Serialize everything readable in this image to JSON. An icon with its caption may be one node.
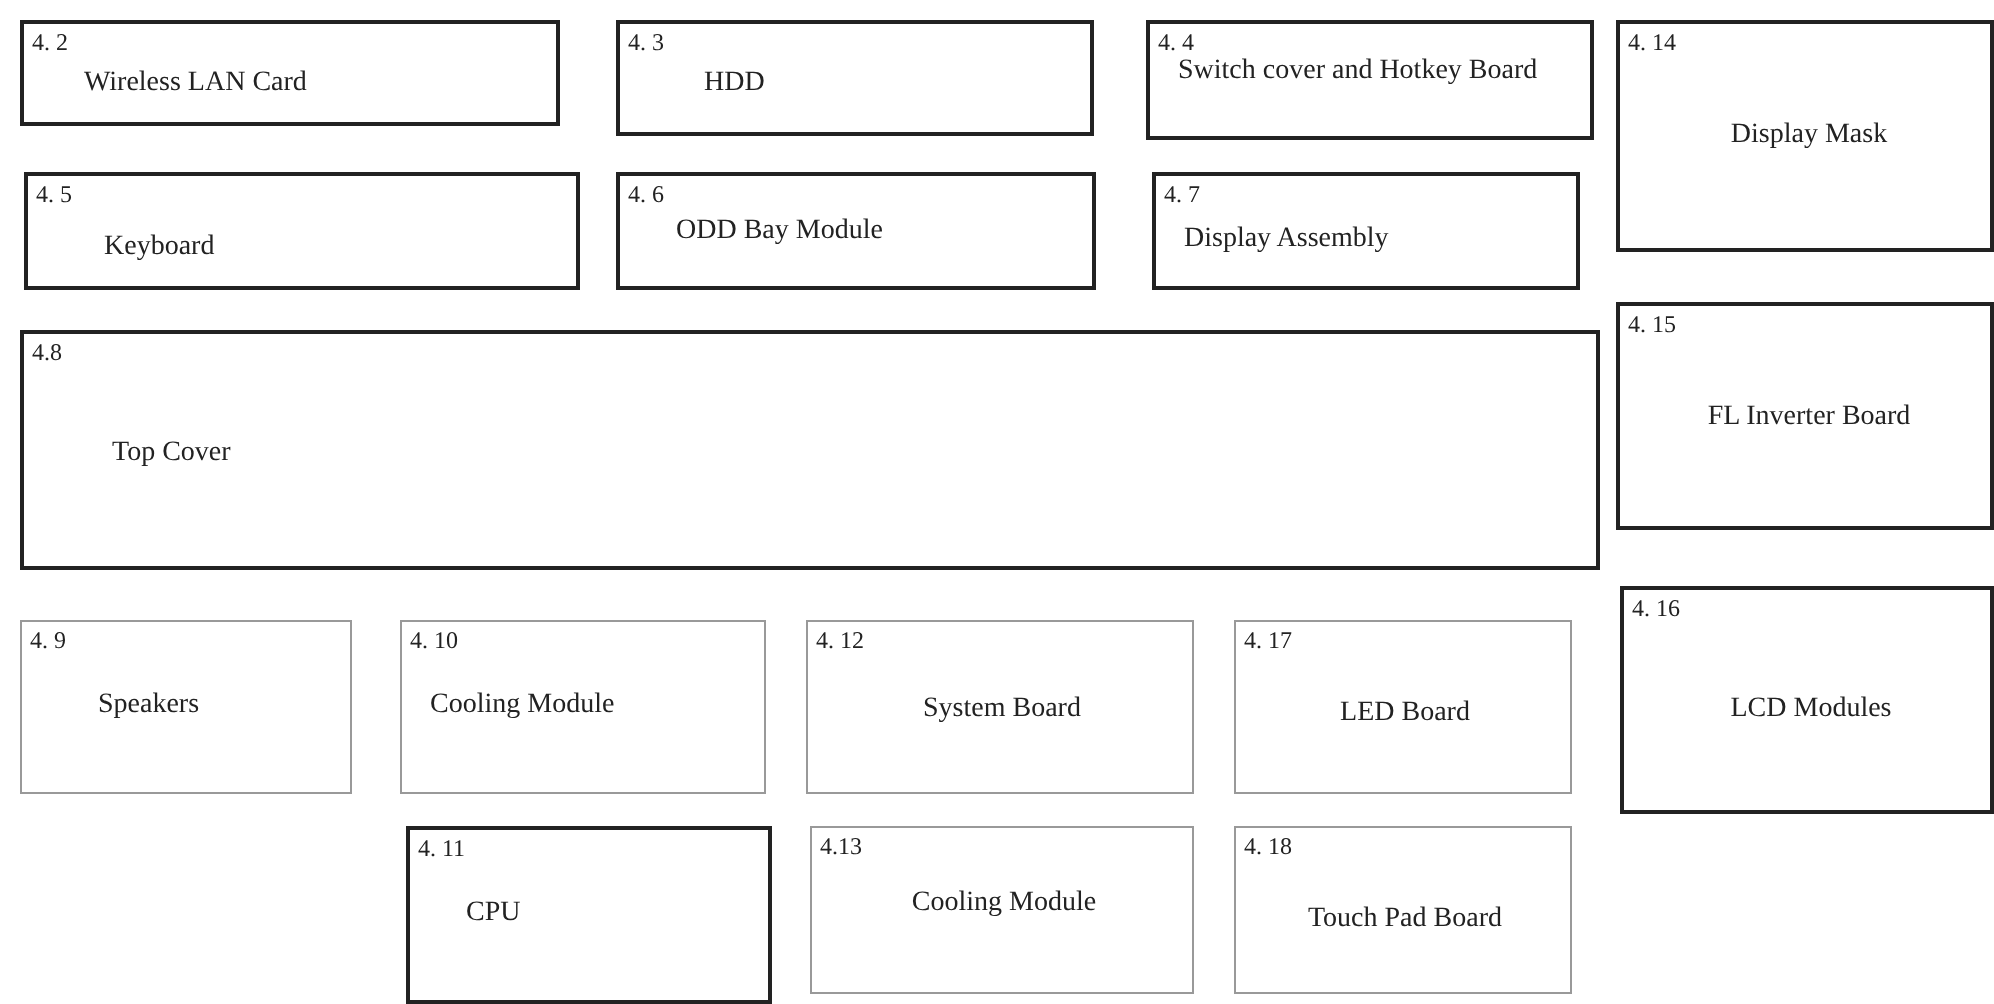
{
  "diagram": {
    "nodes": [
      {
        "text": [
          "4. 2",
          "Wireless LAN Card"
        ]
      },
      {
        "text": [
          "4. 3",
          "HDD"
        ]
      },
      {
        "text": [
          "4. 4",
          "Switch cover and Hotkey Board"
        ]
      },
      {
        "text": [
          "4. 14",
          "Display Mask"
        ]
      },
      {
        "text": [
          "4. 5",
          "Keyboard"
        ]
      },
      {
        "text": [
          "4. 6",
          "ODD Bay Module"
        ]
      },
      {
        "text": [
          "4. 7",
          "Display Assembly"
        ]
      },
      {
        "text": [
          "4. 15",
          "FL Inverter Board"
        ]
      },
      {
        "text": [
          "4.8",
          "Top Cover"
        ]
      },
      {
        "text": [
          "4. 9",
          "Speakers"
        ]
      },
      {
        "text": [
          "4. 10",
          "Cooling Module"
        ]
      },
      {
        "text": [
          "4. 12",
          "System Board"
        ]
      },
      {
        "text": [
          "4. 17",
          "LED Board"
        ]
      },
      {
        "text": [
          "4. 16",
          "LCD Modules"
        ]
      },
      {
        "text": [
          "4. 11",
          "CPU"
        ]
      },
      {
        "text": [
          "4.13",
          "Cooling Module"
        ]
      },
      {
        "text": [
          "4. 18",
          "Touch Pad Board"
        ]
      }
    ]
  }
}
